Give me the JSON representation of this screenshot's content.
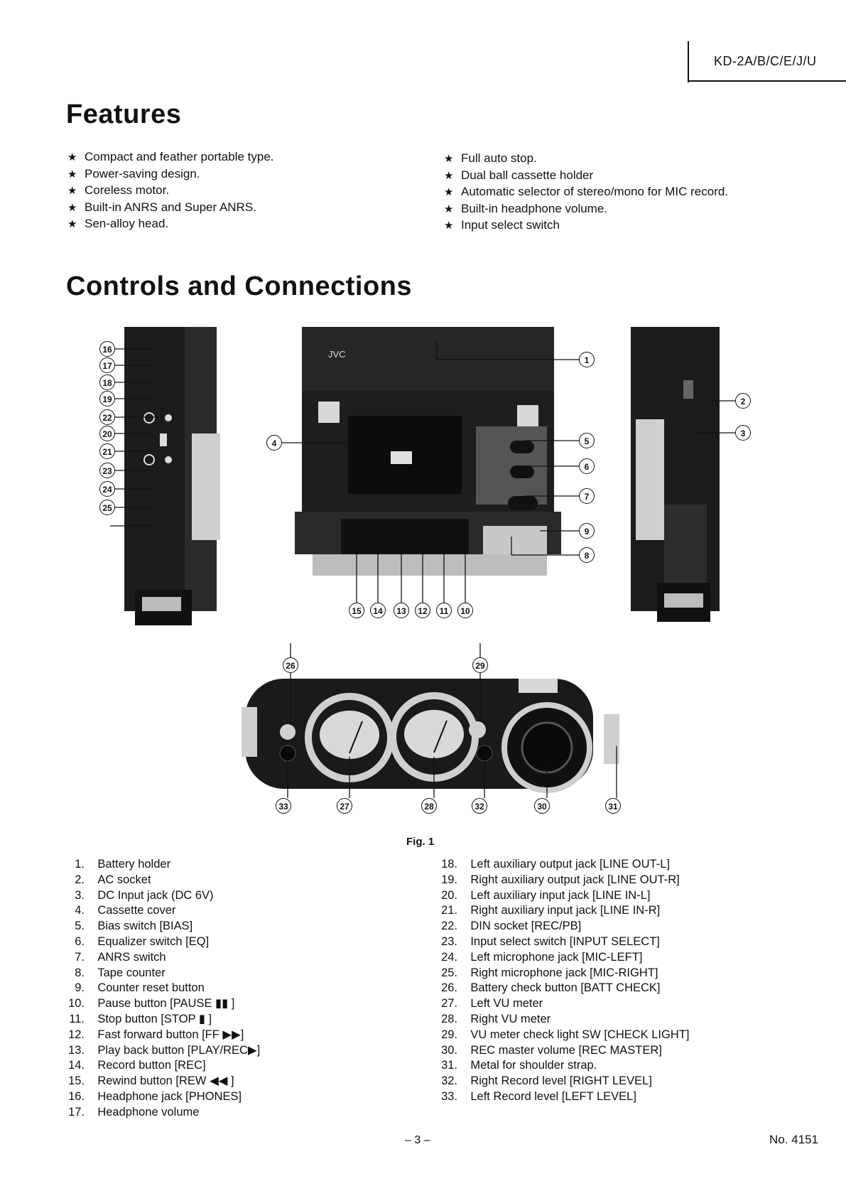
{
  "header": {
    "model": "KD-2A/B/C/E/J/U"
  },
  "features": {
    "title": "Features",
    "left": [
      "Compact and feather portable type.",
      "Power-saving design.",
      "Coreless motor.",
      "Built-in ANRS and Super ANRS.",
      "Sen-alloy head."
    ],
    "right": [
      "Full auto stop.",
      "Dual ball cassette holder",
      "Automatic selector of stereo/mono for MIC record.",
      "Built-in headphone volume.",
      "Input select switch"
    ],
    "bullet": "★"
  },
  "controls": {
    "title": "Controls and Connections",
    "figure": {
      "caption": "Fig. 1",
      "brand_on_unit": "JVC",
      "callouts": [
        "1",
        "2",
        "3",
        "4",
        "5",
        "6",
        "7",
        "8",
        "9",
        "10",
        "11",
        "12",
        "13",
        "14",
        "15",
        "16",
        "17",
        "18",
        "19",
        "20",
        "21",
        "22",
        "23",
        "24",
        "25",
        "26",
        "27",
        "28",
        "29",
        "30",
        "31",
        "32",
        "33"
      ]
    }
  },
  "parts_left": [
    {
      "n": "1.",
      "t": "Battery holder"
    },
    {
      "n": "2.",
      "t": "AC socket"
    },
    {
      "n": "3.",
      "t": "DC Input jack (DC 6V)"
    },
    {
      "n": "4.",
      "t": "Cassette cover"
    },
    {
      "n": "5.",
      "t": "Bias switch [BIAS]"
    },
    {
      "n": "6.",
      "t": "Equalizer switch [EQ]"
    },
    {
      "n": "7.",
      "t": "ANRS switch"
    },
    {
      "n": "8.",
      "t": "Tape counter"
    },
    {
      "n": "9.",
      "t": "Counter reset button"
    },
    {
      "n": "10.",
      "t": "Pause button [PAUSE ▮▮ ]"
    },
    {
      "n": "11.",
      "t": "Stop button [STOP ▮ ]"
    },
    {
      "n": "12.",
      "t": "Fast forward button [FF ▶▶]"
    },
    {
      "n": "13.",
      "t": "Play back button [PLAY/REC▶]"
    },
    {
      "n": "14.",
      "t": "Record button [REC]"
    },
    {
      "n": "15.",
      "t": "Rewind button [REW ◀◀ ]"
    },
    {
      "n": "16.",
      "t": "Headphone jack [PHONES]"
    },
    {
      "n": "17.",
      "t": "Headphone volume"
    }
  ],
  "parts_right": [
    {
      "n": "18.",
      "t": "Left auxiliary output jack [LINE OUT-L]"
    },
    {
      "n": "19.",
      "t": "Right auxiliary output jack [LINE OUT-R]"
    },
    {
      "n": "20.",
      "t": "Left auxiliary input jack [LINE IN-L]"
    },
    {
      "n": "21.",
      "t": "Right auxiliary input jack [LINE IN-R]"
    },
    {
      "n": "22.",
      "t": "DIN socket [REC/PB]"
    },
    {
      "n": "23.",
      "t": "Input select switch [INPUT SELECT]"
    },
    {
      "n": "24.",
      "t": "Left microphone jack [MIC-LEFT]"
    },
    {
      "n": "25.",
      "t": "Right microphone jack [MIC-RIGHT]"
    },
    {
      "n": "26.",
      "t": "Battery check button [BATT CHECK]"
    },
    {
      "n": "27.",
      "t": "Left VU meter"
    },
    {
      "n": "28.",
      "t": "Right VU meter"
    },
    {
      "n": "29.",
      "t": "VU meter check light SW [CHECK LIGHT]"
    },
    {
      "n": "30.",
      "t": "REC master volume [REC MASTER]"
    },
    {
      "n": "31.",
      "t": "Metal for shoulder strap."
    },
    {
      "n": "32.",
      "t": "Right Record level [RIGHT LEVEL]"
    },
    {
      "n": "33.",
      "t": "Left Record level [LEFT LEVEL]"
    }
  ],
  "footer": {
    "page": "– 3 –",
    "doc_number": "No. 4151"
  }
}
